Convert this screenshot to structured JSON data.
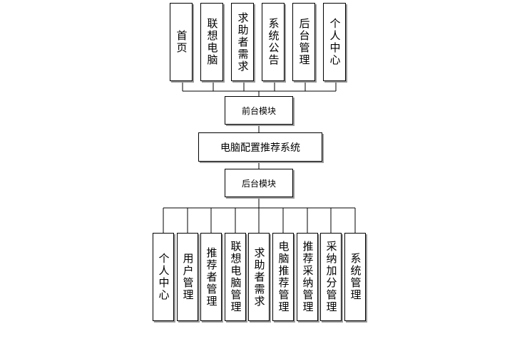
{
  "diagram": {
    "front_items": [
      "首页",
      "联想电脑",
      "求助者需求",
      "系统公告",
      "后台管理",
      "个人中心"
    ],
    "front_module": "前台模块",
    "system": "电脑配置推荐系统",
    "back_module": "后台模块",
    "back_items": [
      "个人中心",
      "用户管理",
      "推荐者管理",
      "联想电脑管理",
      "求助者需求",
      "电脑推荐管理",
      "推荐采纳管理",
      "采纳加分管理",
      "系统管理"
    ]
  }
}
